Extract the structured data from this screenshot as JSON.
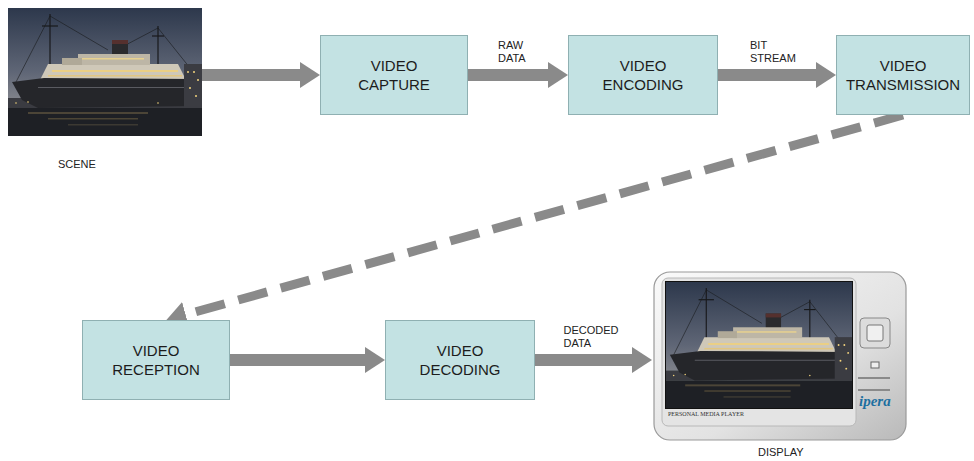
{
  "diagram": {
    "nodes": [
      {
        "text": [
          "SCENE"
        ]
      },
      {
        "text": [
          "VIDEO CAPTURE"
        ]
      },
      {
        "text": [
          "VIDEO ENCODING"
        ]
      },
      {
        "text": [
          "VIDEO TRANSMISSION"
        ]
      },
      {
        "text": [
          "VIDEO RECEPTION"
        ]
      },
      {
        "text": [
          "VIDEO DECODING"
        ]
      },
      {
        "text": [
          "DISPLAY"
        ]
      }
    ],
    "edges": [
      {
        "from": 0,
        "to": 1,
        "arrow": "to"
      },
      {
        "from": 1,
        "to": 2,
        "arrow": "to",
        "label": "RAW DATA"
      },
      {
        "from": 2,
        "to": 3,
        "arrow": "to",
        "label": "BIT STREAM"
      },
      {
        "from": 3,
        "to": 4,
        "arrow": "to"
      },
      {
        "from": 4,
        "to": 5,
        "arrow": "to"
      },
      {
        "from": 5,
        "to": 6,
        "arrow": "to",
        "label": "DECODED DATA"
      }
    ],
    "labels": [
      "PERSONAL MEDIA PLAYER",
      "ipera"
    ]
  }
}
